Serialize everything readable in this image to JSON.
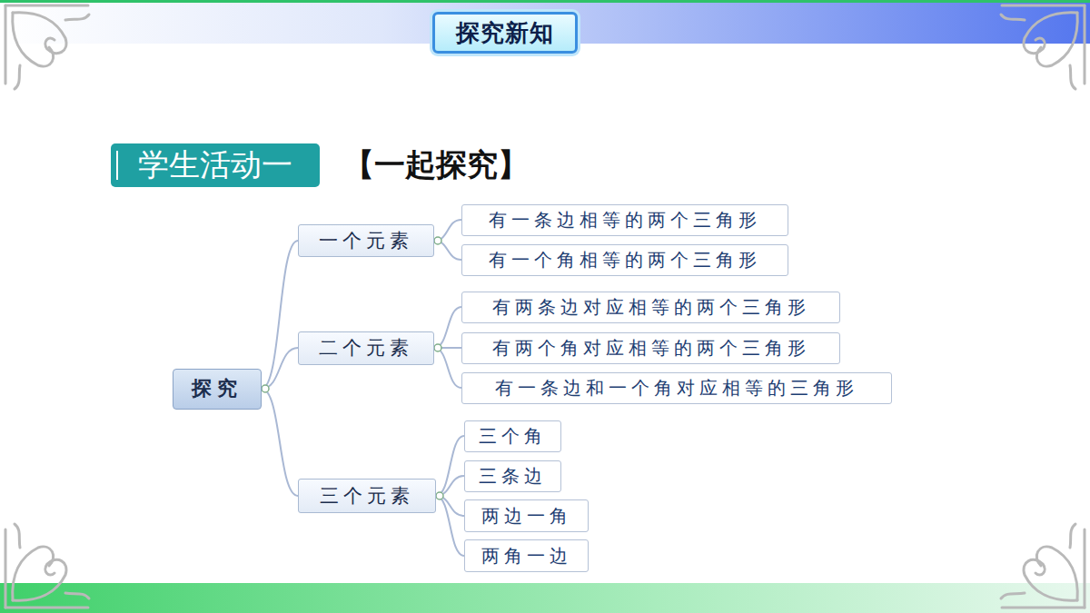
{
  "diagram": {
    "nodes": [
      {
        "text": [
          "探究新知"
        ]
      },
      {
        "text": [
          "学生活动一"
        ]
      },
      {
        "text": [
          "探究"
        ]
      },
      {
        "text": [
          "一个元素"
        ]
      },
      {
        "text": [
          "有一条边相等的两个三角形"
        ]
      },
      {
        "text": [
          "有一个角相等的两个三角形"
        ]
      },
      {
        "text": [
          "二个元素"
        ]
      },
      {
        "text": [
          "有两条边对应相等的两个三角形"
        ]
      },
      {
        "text": [
          "有两个角对应相等的两个三角形"
        ]
      },
      {
        "text": [
          "有一条边和一个角对应相等的三角形"
        ]
      },
      {
        "text": [
          "三个元素"
        ]
      },
      {
        "text": [
          "三个角"
        ]
      },
      {
        "text": [
          "三条边"
        ]
      },
      {
        "text": [
          "两边一角"
        ]
      },
      {
        "text": [
          "两角一边"
        ]
      }
    ],
    "edges": [
      {
        "from": 2,
        "to": 3,
        "arrow": "none"
      },
      {
        "from": 2,
        "to": 6,
        "arrow": "none"
      },
      {
        "from": 2,
        "to": 10,
        "arrow": "none"
      },
      {
        "from": 3,
        "to": 4,
        "arrow": "none"
      },
      {
        "from": 3,
        "to": 5,
        "arrow": "none"
      },
      {
        "from": 6,
        "to": 7,
        "arrow": "none"
      },
      {
        "from": 6,
        "to": 8,
        "arrow": "none"
      },
      {
        "from": 6,
        "to": 9,
        "arrow": "none"
      },
      {
        "from": 10,
        "to": 11,
        "arrow": "none"
      },
      {
        "from": 10,
        "to": 12,
        "arrow": "none"
      },
      {
        "from": 10,
        "to": 13,
        "arrow": "none"
      },
      {
        "from": 10,
        "to": 14,
        "arrow": "none"
      }
    ],
    "labels": [
      "【一起探究】"
    ]
  }
}
